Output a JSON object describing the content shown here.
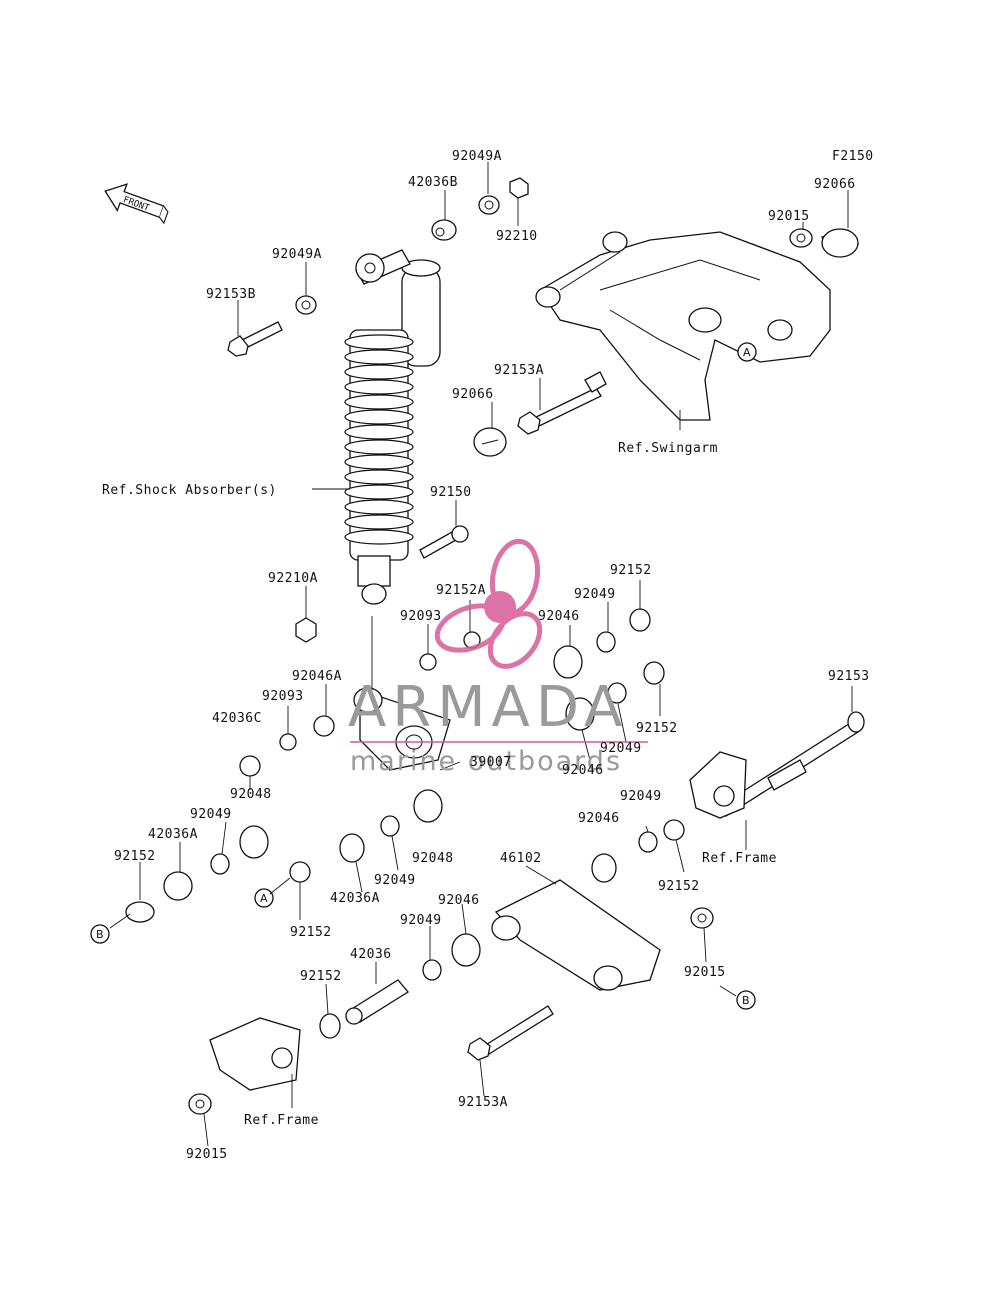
{
  "figure_code": "F2150",
  "front_arrow_text": "FRONT",
  "watermark": {
    "brand": "ARMADA",
    "tagline": "marine outboards",
    "brand_color": "#d65a96",
    "text_color": "#9a9a9a"
  },
  "labels": {
    "p92049A_top": "92049A",
    "p42036B": "42036B",
    "p92210": "92210",
    "p92066_top": "92066",
    "p92015_top": "92015",
    "p92049A_left": "92049A",
    "p92153B": "92153B",
    "p92153A_top": "92153A",
    "p92066_mid": "92066",
    "ref_swingarm": "Ref.Swingarm",
    "ref_shock": "Ref.Shock Absorber(s)",
    "p92150": "92150",
    "p92210A": "92210A",
    "p92152A": "92152A",
    "p92152_a": "92152",
    "p92049_a": "92049",
    "p92093_a": "92093",
    "p92046_a": "92046",
    "p92046A": "92046A",
    "p92093_b": "92093",
    "p42036C": "42036C",
    "p92153": "92153",
    "p92152_b": "92152",
    "p92049_b": "92049",
    "p39007": "39007",
    "p92046_b": "92046",
    "p92048": "92048",
    "p92049_c": "92049",
    "p92046_c": "92046",
    "ref_frame_right": "Ref.Frame",
    "p42036A_a": "42036A",
    "p92152_c": "92152",
    "p92048_b": "92048",
    "p92049_d": "92049",
    "p46102": "46102",
    "p92152_d": "92152",
    "p42036A_b": "42036A",
    "p92046_d": "92046",
    "p92152_e": "92152",
    "p92049_e": "92049",
    "p92015_mid": "92015",
    "p42036": "42036",
    "p92152_f": "92152",
    "ref_frame_left": "Ref.Frame",
    "p92153A_bottom": "92153A",
    "p92015_bottom": "92015"
  },
  "ref_circles": {
    "a_upper": "A",
    "a_lower": "A",
    "b_left": "B",
    "b_right": "B"
  }
}
